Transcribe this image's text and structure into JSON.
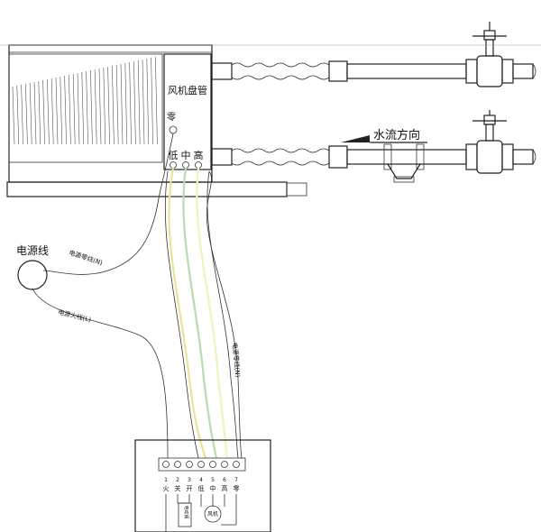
{
  "labels": {
    "fan_coil": "风机盘管",
    "speed_low": "低",
    "speed_mid": "中",
    "speed_high": "高",
    "neutral_top": "零",
    "water_direction": "水流方向",
    "power_line": "电源线",
    "power_neutral_line": "电源零线(N)",
    "power_live_line": "电源火线(L)",
    "cable_neutral": "电源零线(N)",
    "terminal_labels": [
      "火",
      "关",
      "开",
      "低",
      "中",
      "高",
      "零"
    ],
    "terminal_numbers": [
      "1",
      "2",
      "3",
      "4",
      "5",
      "6",
      "7"
    ],
    "valve_label": "电动阀",
    "motor_label": "风机"
  },
  "colors": {
    "line": "#222222",
    "wire_yellow": "#e8e39a",
    "wire_green": "#b9dcae",
    "wire_lightyellow": "#f3f0c2"
  }
}
